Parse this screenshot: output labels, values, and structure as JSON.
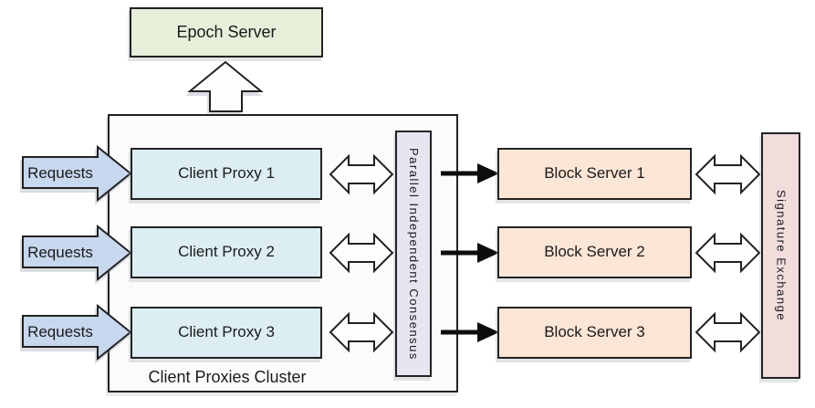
{
  "diagram": {
    "epoch_server": {
      "label": "Epoch Server"
    },
    "cluster": {
      "label": "Client Proxies Cluster"
    },
    "rows": [
      {
        "request": "Requests",
        "proxy": "Client Proxy 1",
        "block": "Block Server 1"
      },
      {
        "request": "Requests",
        "proxy": "Client Proxy 2",
        "block": "Block Server 2"
      },
      {
        "request": "Requests",
        "proxy": "Client Proxy 3",
        "block": "Block Server 3"
      }
    ],
    "consensus": {
      "label": "Parallel Independent Consensus"
    },
    "signature": {
      "label": "Signature Exchange"
    },
    "colors": {
      "epoch_fill": "#e7efda",
      "proxy_fill": "#dceef4",
      "requests_fill": "#c7d7ee",
      "consensus_fill": "#e8e4f0",
      "block_fill": "#fce6d5",
      "signature_fill": "#f2dddc",
      "outline": "#222222"
    }
  }
}
